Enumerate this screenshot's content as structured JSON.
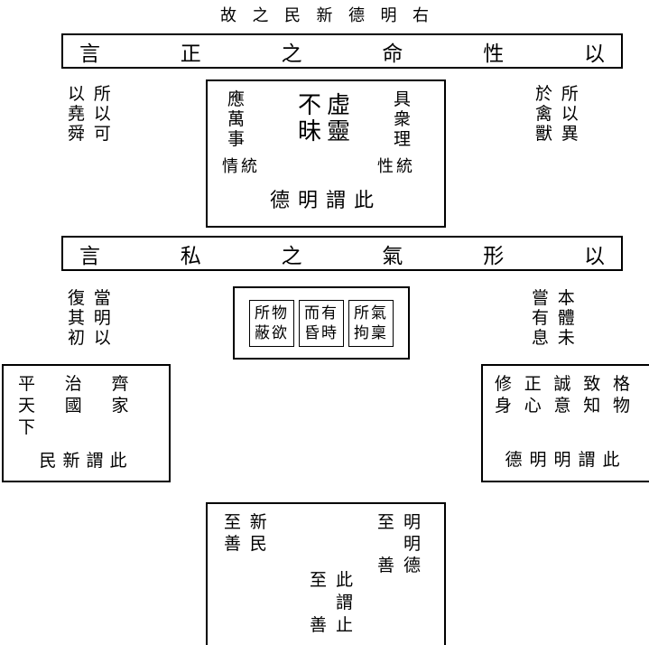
{
  "colors": {
    "ink": "#000000",
    "paper": "#ffffff"
  },
  "top_caption": "故 之 民 新 德 明 右",
  "band_xingming": {
    "chars": [
      "言",
      "正",
      "之",
      "命",
      "性",
      "以"
    ]
  },
  "band_xingqi": {
    "chars": [
      "言",
      "私",
      "之",
      "氣",
      "形",
      "以"
    ]
  },
  "section_mingde": {
    "left_note": "以 所\n堯 以\n舜 可",
    "right_note": "於 所\n禽 以\n獸 異",
    "box": {
      "col_ying": "應\n萬\n事",
      "core": "不虛\n昧靈",
      "col_ju": "具\n衆\n理",
      "label_qing": "情統",
      "label_xing": "性統",
      "caption": "德明謂此"
    }
  },
  "section_xingqi": {
    "left_note": "復 當\n其 明\n初 以",
    "right_note": "嘗 本\n有 體\n息 未",
    "inner_boxes": [
      "所物\n蔽欲",
      "而有\n昏時",
      "所氣\n拘稟"
    ]
  },
  "xinmin_box": {
    "grid": "平 治 齊\n天 國 家\n下",
    "caption": "民新謂此"
  },
  "mingmingde_box": {
    "grid": "修 正 誠 致 格\n身 心 意 知 物",
    "caption": "德明明謂此"
  },
  "zhishan_box": {
    "xinmin_group": "至 新\n善 民",
    "mingde_group": {
      "col_left": "至\n\n善",
      "col_right": "明\n明\n德"
    },
    "center_group": {
      "col_left": "至\n\n善",
      "col_right": "此\n謂\n止"
    }
  }
}
